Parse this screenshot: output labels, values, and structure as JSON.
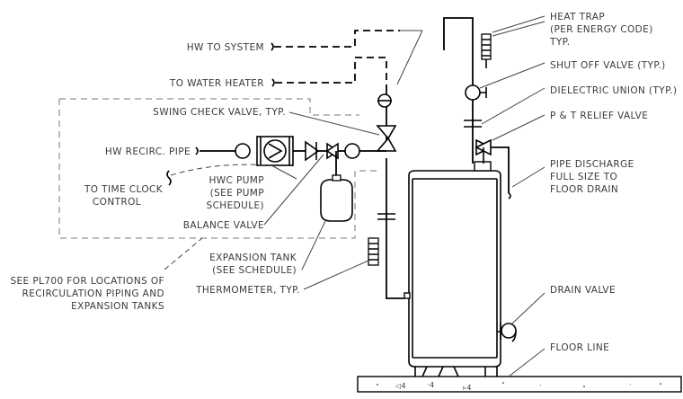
{
  "labels": {
    "heat_trap_1": "HEAT TRAP",
    "heat_trap_2": "(PER ENERGY CODE)",
    "heat_trap_3": "TYP.",
    "shut_off": "SHUT OFF VALVE (TYP.)",
    "dielectric": "DIELECTRIC UNION (TYP.)",
    "pt_relief": "P & T RELIEF VALVE",
    "pipe_discharge_1": "PIPE DISCHARGE",
    "pipe_discharge_2": "FULL SIZE TO",
    "pipe_discharge_3": "FLOOR DRAIN",
    "drain_valve": "DRAIN VALVE",
    "floor_line": "FLOOR LINE",
    "hw_to_system": "HW TO SYSTEM",
    "to_water_heater": "TO WATER HEATER",
    "swing_check": "SWING CHECK VALVE, TYP.",
    "hw_recirc": "HW RECIRC. PIPE",
    "time_clock_1": "TO TIME CLOCK",
    "time_clock_2": "CONTROL",
    "hwc_pump_1": "HWC PUMP",
    "hwc_pump_2": "(SEE PUMP",
    "hwc_pump_3": "SCHEDULE)",
    "balance_valve": "BALANCE VALVE",
    "expansion_tank_1": "EXPANSION TANK",
    "expansion_tank_2": "(SEE SCHEDULE)",
    "thermometer": "THERMOMETER, TYP.",
    "see_pl700_1": "SEE PL700 FOR LOCATIONS OF",
    "see_pl700_2": "RECIRCULATION PIPING AND",
    "see_pl700_3": "EXPANSION TANKS"
  }
}
